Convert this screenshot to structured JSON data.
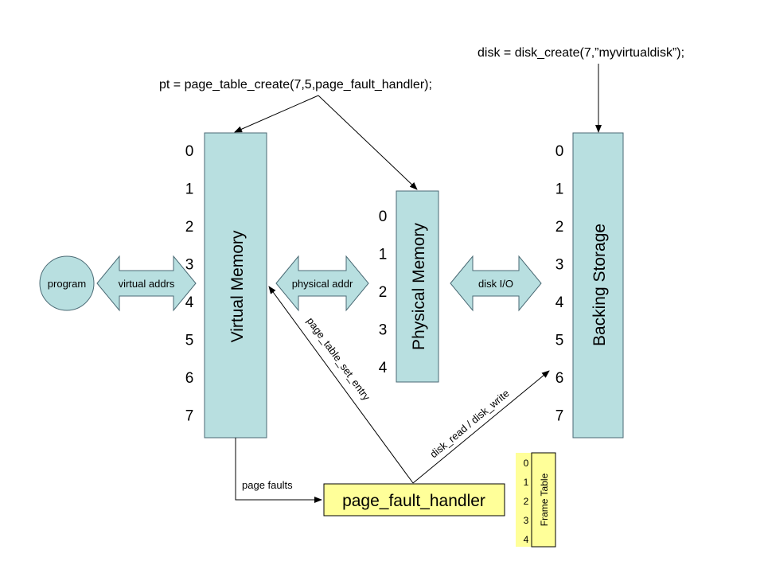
{
  "top_labels": {
    "disk_create": "disk = disk_create(7,”myvirtualdisk”);",
    "page_table_create": "pt = page_table_create(7,5,page_fault_handler);"
  },
  "virtual_memory": {
    "title": "Virtual Memory",
    "pages": [
      "0",
      "1",
      "2",
      "3",
      "4",
      "5",
      "6",
      "7"
    ]
  },
  "physical_memory": {
    "title": "Physical Memory",
    "frames": [
      "0",
      "1",
      "2",
      "3",
      "4"
    ]
  },
  "backing_storage": {
    "title": "Backing Storage",
    "blocks": [
      "0",
      "1",
      "2",
      "3",
      "4",
      "5",
      "6",
      "7"
    ]
  },
  "program": {
    "label": "program"
  },
  "arrows": {
    "virtual_addrs": "virtual addrs",
    "physical_addr": "physical addr",
    "disk_io": "disk I/O"
  },
  "edge_labels": {
    "page_table_set_entry": "page_table_set_entry",
    "disk_read_write": "disk_read / disk_write",
    "page_faults": "page faults"
  },
  "handler": {
    "label": "page_fault_handler"
  },
  "frame_table": {
    "title": "Frame Table",
    "entries": [
      "0",
      "1",
      "2",
      "3",
      "4"
    ]
  },
  "colors": {
    "memory_box": "#b8dfe0",
    "handler_box": "#ffff99",
    "background": "#ffffff"
  }
}
